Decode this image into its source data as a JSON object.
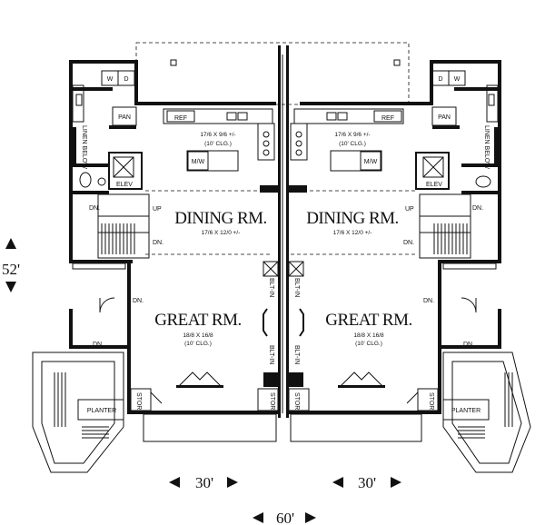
{
  "left_unit": {
    "dining_label": "DINING RM.",
    "dining_dim": "17/6 X 12/0 +/-",
    "kitchen_dim": "17/6 X 9/6 +/-",
    "kitchen_clg": "(10' CLG.)",
    "great_label": "GREAT RM.",
    "great_dim": "18/8 X 16/8",
    "great_clg": "(10' CLG.)",
    "ref": "REF",
    "pan": "PAN",
    "mw": "M/W",
    "elev": "ELEV",
    "linen": "LINEN BELOW",
    "washer": "W",
    "dryer": "D",
    "up": "UP",
    "dn": "DN.",
    "blt_in": "BLT-IN",
    "stor": "STOR",
    "planter": "PLANTER"
  },
  "right_unit": {
    "dining_label": "DINING RM.",
    "dining_dim": "17/6 X 12/0 +/-",
    "kitchen_dim": "17/6 X 9/6 +/-",
    "kitchen_clg": "(10' CLG.)",
    "great_label": "GREAT RM.",
    "great_dim": "18/8 X 16/8",
    "great_clg": "(10' CLG.)",
    "ref": "REF",
    "pan": "PAN",
    "mw": "M/W",
    "elev": "ELEV",
    "linen": "LINEN BELOW",
    "washer": "W",
    "dryer": "D",
    "up": "UP",
    "dn": "DN.",
    "blt_in": "BLT-IN",
    "stor": "STOR",
    "planter": "PLANTER"
  },
  "dimensions": {
    "depth": "52'",
    "left_width": "30'",
    "right_width": "30'",
    "total_width": "60'"
  }
}
